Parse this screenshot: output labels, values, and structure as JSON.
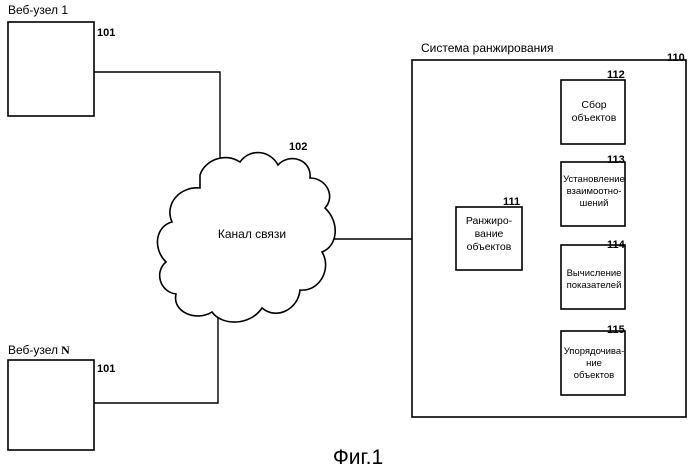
{
  "site_1": {
    "label": "Веб-узел 1",
    "ref": "101"
  },
  "site_n": {
    "label": "Веб-узел",
    "suffix": "N",
    "ref": "101"
  },
  "channel": {
    "label": "Канал связи",
    "ref": "102"
  },
  "system": {
    "label": "Система ранжирования",
    "ref": "110"
  },
  "ranking": {
    "lines": [
      "Ранжиро-",
      "вание",
      "объектов"
    ],
    "ref": "111"
  },
  "collect": {
    "lines": [
      "Сбор",
      "объектов"
    ],
    "ref": "112"
  },
  "relations": {
    "lines": [
      "Установление",
      "взаимоотно-",
      "шений"
    ],
    "ref": "113"
  },
  "metrics": {
    "lines": [
      "Вычисление",
      "показателей"
    ],
    "ref": "114"
  },
  "ordering": {
    "lines": [
      "Упорядочива-",
      "ние",
      "объектов"
    ],
    "ref": "115"
  },
  "caption": "Фиг.1"
}
